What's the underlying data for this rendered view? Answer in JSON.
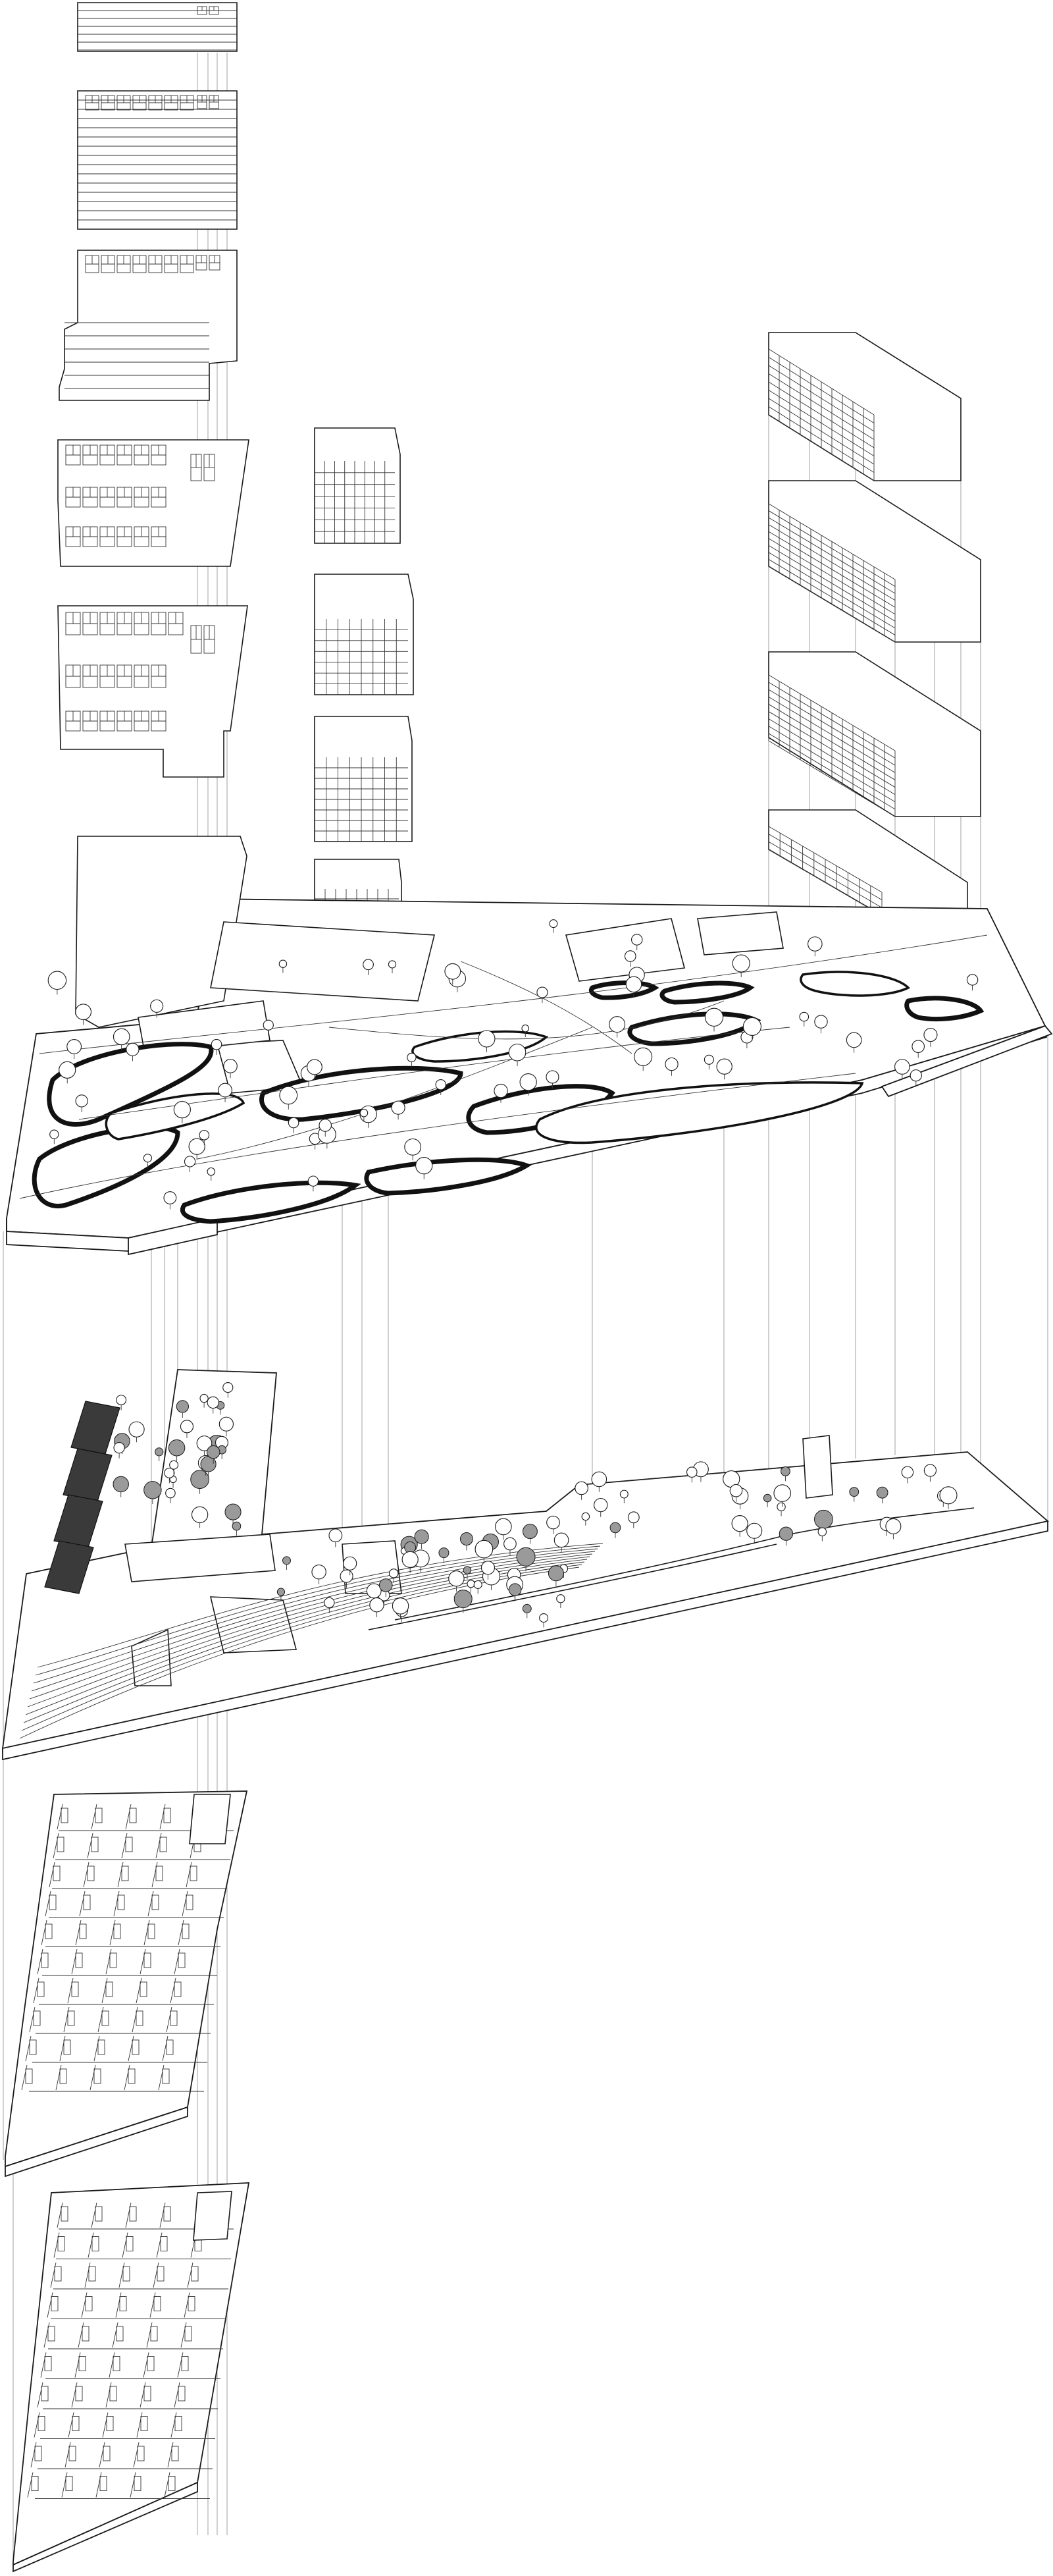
{
  "drawing": {
    "type": "exploded axonometric",
    "layers": [
      {
        "id": "tower-a-levels"
      },
      {
        "id": "tower-b-levels"
      },
      {
        "id": "tower-c-levels"
      },
      {
        "id": "elevated-park-deck"
      },
      {
        "id": "ground-plaza"
      },
      {
        "id": "parking-level-1"
      },
      {
        "id": "parking-level-2"
      }
    ]
  }
}
